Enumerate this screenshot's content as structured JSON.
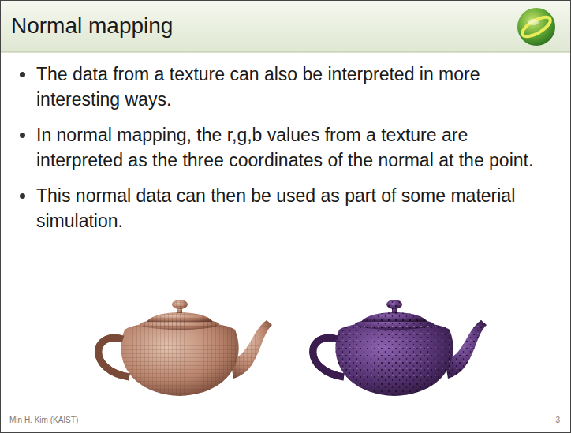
{
  "diagram": {
    "title": "Normal mapping",
    "labels": [
      "The data from a texture can also be interpreted in more interesting ways.",
      "In normal mapping, the r,g,b values from a texture are interpreted as the three coordinates of the normal at the point.",
      "This normal data can then be used as part of some material simulation.",
      "Min H. Kim (KAIST)",
      "3"
    ]
  }
}
